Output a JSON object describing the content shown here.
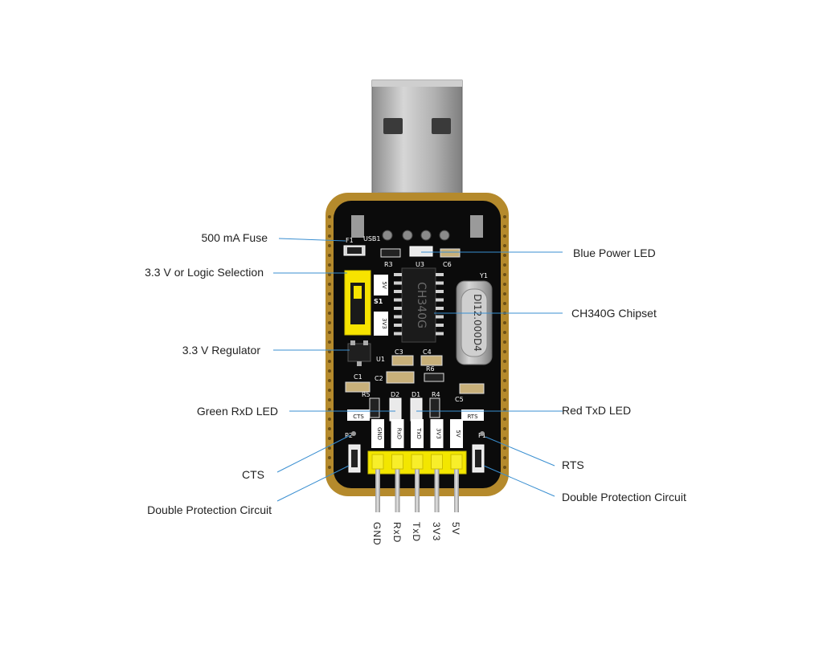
{
  "labels": {
    "fuse": "500 mA Fuse",
    "logic_selection": "3.3 V or Logic Selection",
    "regulator": "3.3 V Regulator",
    "green_led": "Green RxD LED",
    "cts": "CTS",
    "protection_left": "Double Protection Circuit",
    "blue_led": "Blue Power LED",
    "chipset": "CH340G Chipset",
    "red_led": "Red TxD LED",
    "rts": "RTS",
    "protection_right": "Double Protection Circuit"
  },
  "pins": [
    "GND",
    "RxD",
    "TxD",
    "3V3",
    "5V"
  ],
  "silkscreen": {
    "usb": "USB1",
    "fuse": "F1",
    "r3": "R3",
    "u3": "U3",
    "c6": "C6",
    "y1": "Y1",
    "s1": "S1",
    "sel_5v": "5V",
    "sel_3v3": "3V3",
    "u1": "U1",
    "c3": "C3",
    "c4": "C4",
    "c1": "C1",
    "c2": "C2",
    "r6": "R6",
    "c5": "C5",
    "r5": "R5",
    "d2": "D2",
    "d1": "D1",
    "r4": "R4",
    "cts_pad": "CTS",
    "rts_pad": "RTS",
    "p2": "P2",
    "p1": "P1",
    "crystal": "DI12.000D4"
  },
  "colors": {
    "pcb": "#0b0b0b",
    "edge": "#b58a2c",
    "usb_metal": "#b8b8b8",
    "header": "#f3e600",
    "leader": "#3a8fd1"
  }
}
